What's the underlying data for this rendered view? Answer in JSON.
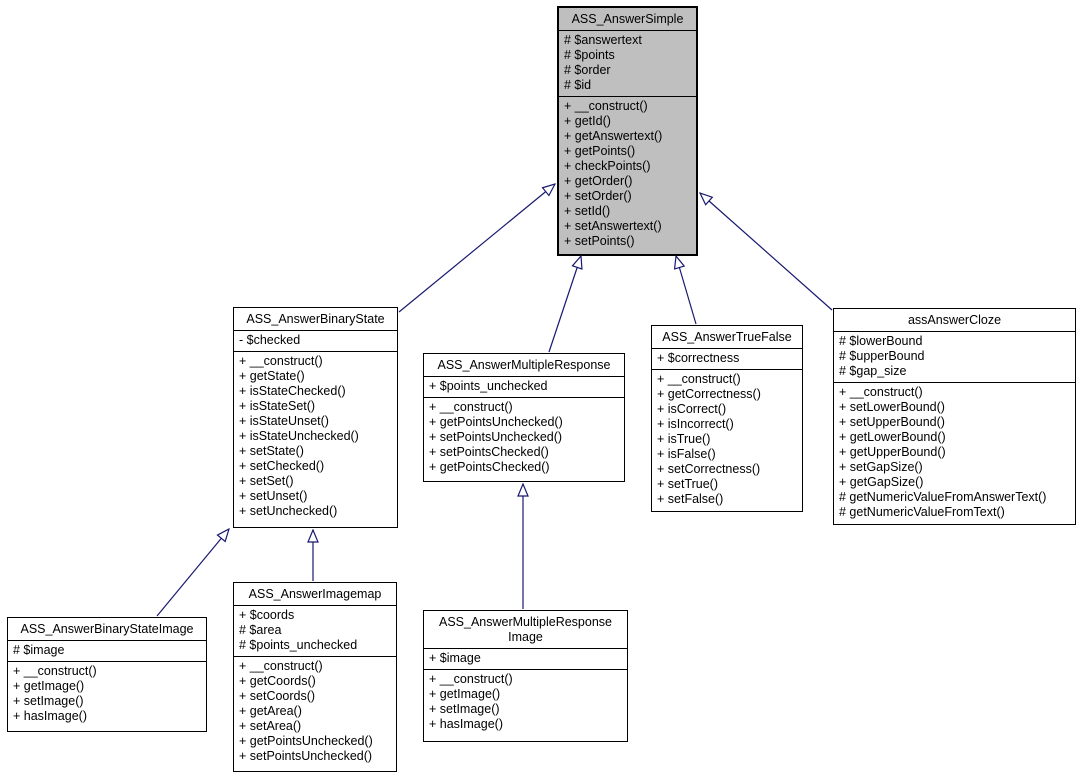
{
  "diagram": {
    "kind": "uml-class-inheritance-diagram",
    "colors": {
      "background": "#ffffff",
      "box_fill": "#ffffff",
      "emphasized_fill": "#bfbfbf",
      "border": "#000000",
      "edge": "#191970"
    },
    "classes": [
      {
        "id": "ass-answer-simple",
        "name": "ASS_AnswerSimple",
        "emphasized": true,
        "fields": [
          "# $answertext",
          "# $points",
          "# $order",
          "# $id"
        ],
        "methods": [
          "+ __construct()",
          "+ getId()",
          "+ getAnswertext()",
          "+ getPoints()",
          "+ checkPoints()",
          "+ getOrder()",
          "+ setOrder()",
          "+ setId()",
          "+ setAnswertext()",
          "+ setPoints()"
        ]
      },
      {
        "id": "ass-answer-binary-state",
        "name": "ASS_AnswerBinaryState",
        "emphasized": false,
        "fields": [
          "- $checked"
        ],
        "methods": [
          "+ __construct()",
          "+ getState()",
          "+ isStateChecked()",
          "+ isStateSet()",
          "+ isStateUnset()",
          "+ isStateUnchecked()",
          "+ setState()",
          "+ setChecked()",
          "+ setSet()",
          "+ setUnset()",
          "+ setUnchecked()"
        ]
      },
      {
        "id": "ass-answer-multiple-response",
        "name": "ASS_AnswerMultipleResponse",
        "emphasized": false,
        "fields": [
          "+ $points_unchecked"
        ],
        "methods": [
          "+ __construct()",
          "+ getPointsUnchecked()",
          "+ setPointsUnchecked()",
          "+ setPointsChecked()",
          "+ getPointsChecked()"
        ]
      },
      {
        "id": "ass-answer-true-false",
        "name": "ASS_AnswerTrueFalse",
        "emphasized": false,
        "fields": [
          "+ $correctness"
        ],
        "methods": [
          "+ __construct()",
          "+ getCorrectness()",
          "+ isCorrect()",
          "+ isIncorrect()",
          "+ isTrue()",
          "+ isFalse()",
          "+ setCorrectness()",
          "+ setTrue()",
          "+ setFalse()"
        ]
      },
      {
        "id": "ass-answer-cloze",
        "name": "assAnswerCloze",
        "emphasized": false,
        "fields": [
          "# $lowerBound",
          "# $upperBound",
          "# $gap_size"
        ],
        "methods": [
          "+ __construct()",
          "+ setLowerBound()",
          "+ setUpperBound()",
          "+ getLowerBound()",
          "+ getUpperBound()",
          "+ setGapSize()",
          "+ getGapSize()",
          "# getNumericValueFromAnswerText()",
          "# getNumericValueFromText()"
        ]
      },
      {
        "id": "ass-answer-binary-state-image",
        "name": "ASS_AnswerBinaryStateImage",
        "emphasized": false,
        "fields": [
          "# $image"
        ],
        "methods": [
          "+ __construct()",
          "+ getImage()",
          "+ setImage()",
          "+ hasImage()"
        ]
      },
      {
        "id": "ass-answer-imagemap",
        "name": "ASS_AnswerImagemap",
        "emphasized": false,
        "fields": [
          "+ $coords",
          "# $area",
          "# $points_unchecked"
        ],
        "methods": [
          "+ __construct()",
          "+ getCoords()",
          "+ setCoords()",
          "+ getArea()",
          "+ setArea()",
          "+ getPointsUnchecked()",
          "+ setPointsUnchecked()"
        ]
      },
      {
        "id": "ass-answer-multiple-response-image",
        "name": "ASS_AnswerMultipleResponse\nImage",
        "emphasized": false,
        "fields": [
          "+ $image"
        ],
        "methods": [
          "+ __construct()",
          "+ getImage()",
          "+ setImage()",
          "+ hasImage()"
        ]
      }
    ],
    "edges": [
      {
        "type": "inheritance",
        "from": "ass-answer-binary-state",
        "to": "ass-answer-simple"
      },
      {
        "type": "inheritance",
        "from": "ass-answer-multiple-response",
        "to": "ass-answer-simple"
      },
      {
        "type": "inheritance",
        "from": "ass-answer-true-false",
        "to": "ass-answer-simple"
      },
      {
        "type": "inheritance",
        "from": "ass-answer-cloze",
        "to": "ass-answer-simple"
      },
      {
        "type": "inheritance",
        "from": "ass-answer-binary-state-image",
        "to": "ass-answer-binary-state"
      },
      {
        "type": "inheritance",
        "from": "ass-answer-imagemap",
        "to": "ass-answer-binary-state"
      },
      {
        "type": "inheritance",
        "from": "ass-answer-multiple-response-image",
        "to": "ass-answer-multiple-response"
      }
    ]
  }
}
